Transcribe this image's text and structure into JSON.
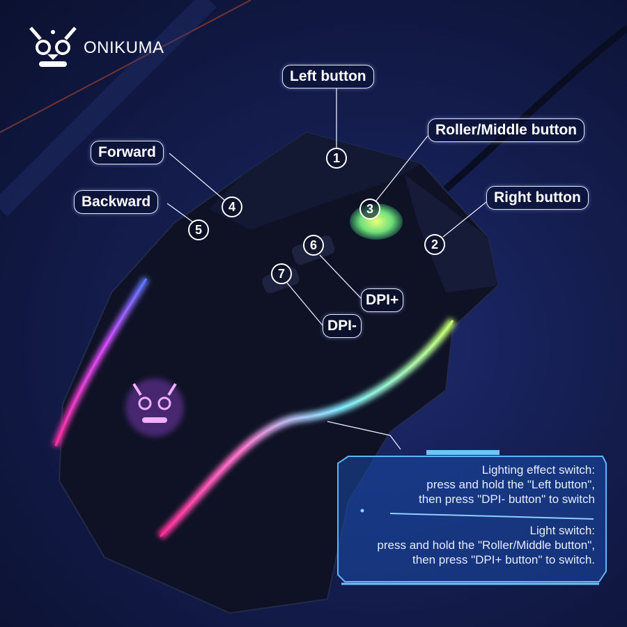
{
  "brand": {
    "name": "ONIKUMA"
  },
  "labels": {
    "left_button": "Left button",
    "roller_middle_button": "Roller/Middle button",
    "forward": "Forward",
    "backward": "Backward",
    "right_button": "Right button",
    "dpi_plus": "DPI+",
    "dpi_minus": "DPI-"
  },
  "markers": {
    "left": "1",
    "right": "2",
    "middle": "3",
    "forward": "4",
    "backward": "5",
    "dpi_plus": "6",
    "dpi_minus": "7"
  },
  "info": {
    "lighting_title": "Lighting effect switch:",
    "lighting_line1": "press and hold the \"Left button\",",
    "lighting_line2": "then press \"DPI- button\" to switch",
    "light_title": "Light switch:",
    "light_line1": "press and hold the \"Roller/Middle button\",",
    "light_line2": "then press \"DPI+ button\" to switch."
  },
  "colors": {
    "background": "#141d4e",
    "panel": "#1a4aa8",
    "accent": "#5fb6ff"
  }
}
